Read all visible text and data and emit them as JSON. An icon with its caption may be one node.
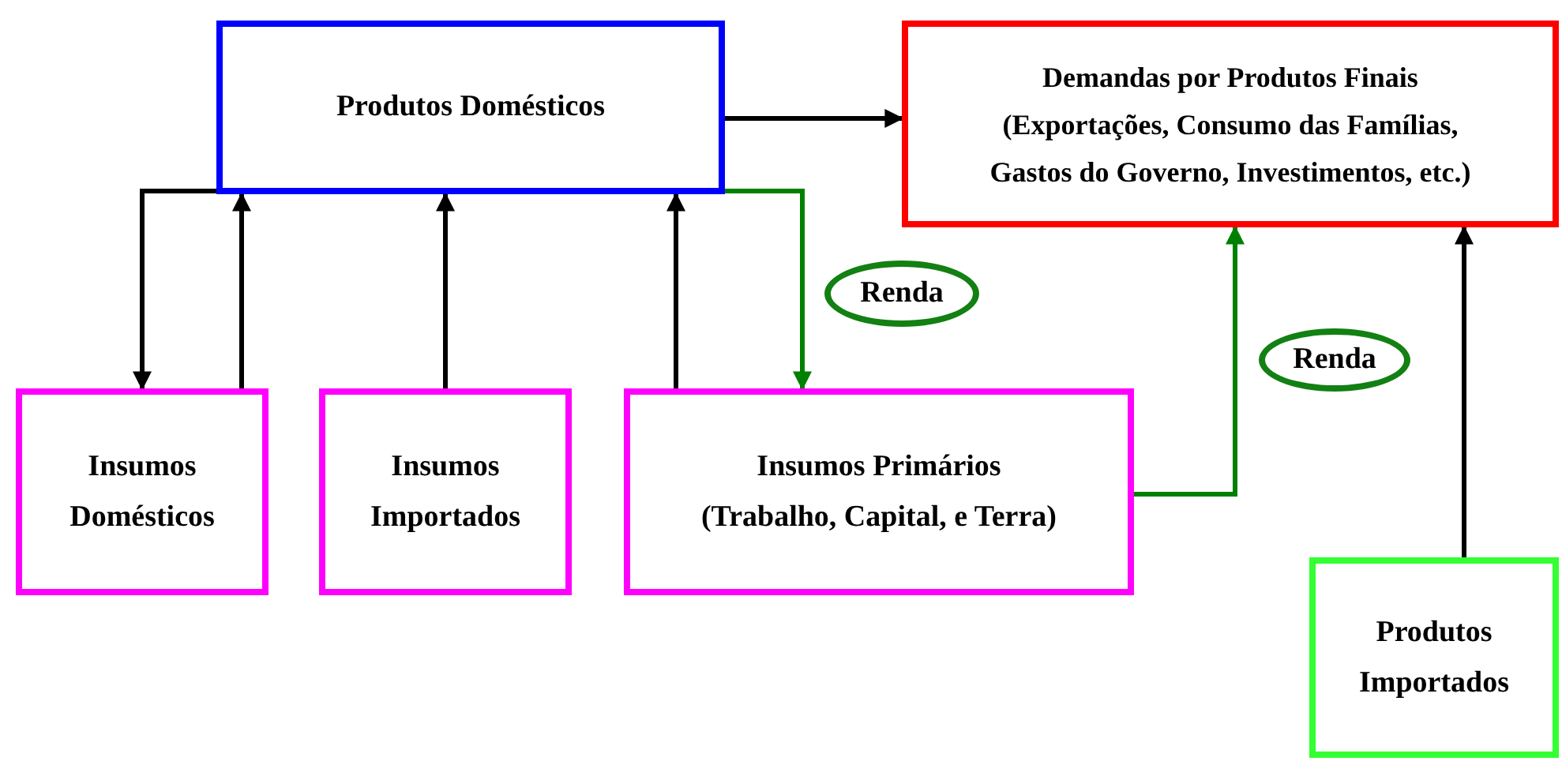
{
  "diagram": {
    "nodes": [
      {
        "text": [
          "Produtos Domésticos"
        ]
      },
      {
        "text": [
          "Demandas por Produtos Finais",
          "(Exportações, Consumo das Famílias, Gastos do Governo, Investimentos, etc.)"
        ]
      },
      {
        "text": [
          "Insumos Domésticos"
        ]
      },
      {
        "text": [
          "Insumos Importados"
        ]
      },
      {
        "text": [
          "Insumos Primários",
          "(Trabalho, Capital, e Terra)"
        ]
      },
      {
        "text": [
          "Produtos Importados"
        ]
      },
      {
        "text": [
          "Renda"
        ]
      },
      {
        "text": [
          "Renda"
        ]
      }
    ],
    "edges": [
      {
        "from": 0,
        "to": 1,
        "arrow": "to"
      },
      {
        "from": 0,
        "to": 2,
        "arrow": "to"
      },
      {
        "from": 2,
        "to": 0,
        "arrow": "to"
      },
      {
        "from": 3,
        "to": 0,
        "arrow": "to"
      },
      {
        "from": 4,
        "to": 0,
        "arrow": "to"
      },
      {
        "from": 0,
        "to": 4,
        "arrow": "to",
        "color": "#008000"
      },
      {
        "from": 4,
        "to": 1,
        "arrow": "to",
        "color": "#008000"
      },
      {
        "from": 5,
        "to": 1,
        "arrow": "to"
      }
    ]
  }
}
